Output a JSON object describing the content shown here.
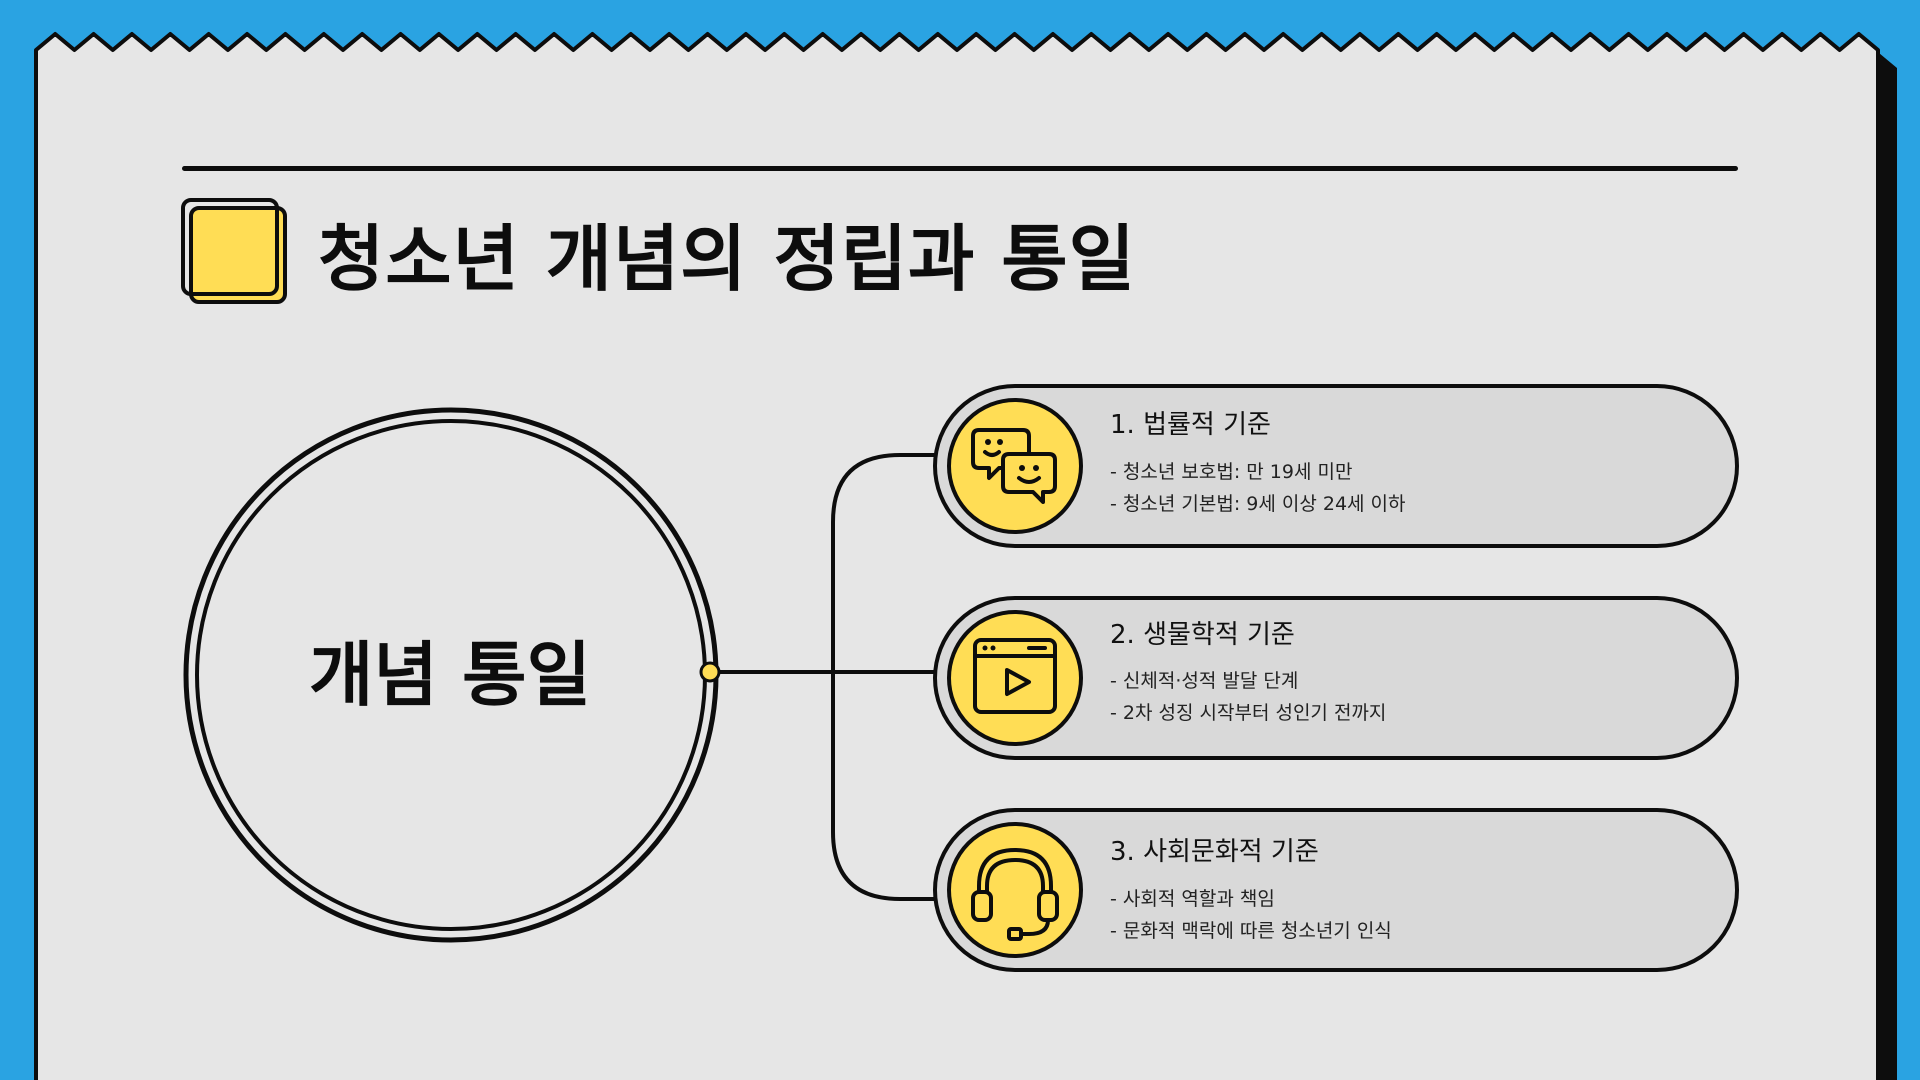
{
  "page": {
    "title": "청소년 개념의 정립과 통일"
  },
  "diagram": {
    "center_label": "개념 통일",
    "items": [
      {
        "title": "1. 법률적 기준",
        "lines": [
          "- 청소년 보호법: 만 19세 미만",
          "- 청소년 기본법: 9세 이상 24세 이하"
        ],
        "icon": "chat-bubbles-icon"
      },
      {
        "title": "2. 생물학적 기준",
        "lines": [
          "- 신체적·성적 발달 단계",
          "- 2차 성징 시작부터 성인기 전까지"
        ],
        "icon": "video-player-icon"
      },
      {
        "title": "3. 사회문화적 기준",
        "lines": [
          "- 사회적 역할과 책임",
          "- 문화적 맥락에 따른 청소년기 인식"
        ],
        "icon": "headset-icon"
      }
    ]
  },
  "colors": {
    "frame_blue": "#2aa3e2",
    "paper_gray": "#e6e6e6",
    "pill_gray": "#d9d9d9",
    "accent_yellow": "#ffdd55",
    "ink": "#0d0d0d"
  }
}
